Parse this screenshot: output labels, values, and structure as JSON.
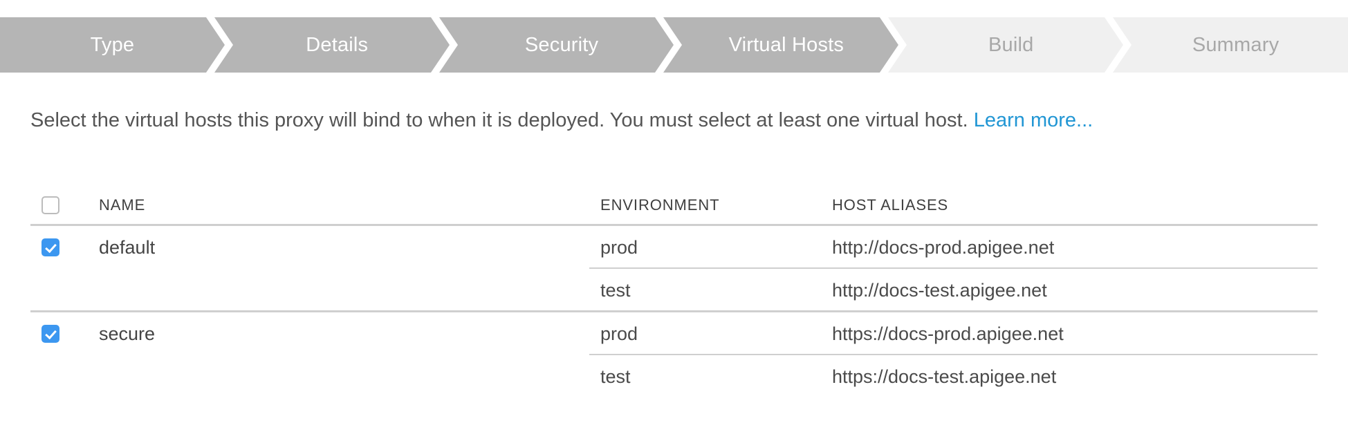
{
  "stepper": {
    "steps": [
      {
        "label": "Type",
        "state": "done"
      },
      {
        "label": "Details",
        "state": "done"
      },
      {
        "label": "Security",
        "state": "done"
      },
      {
        "label": "Virtual Hosts",
        "state": "done"
      },
      {
        "label": "Build",
        "state": "todo"
      },
      {
        "label": "Summary",
        "state": "todo"
      }
    ],
    "active_color": "#b5b5b5",
    "inactive_color": "#f0f0f0",
    "active_text_color": "#ffffff",
    "inactive_text_color": "#a8a8a8"
  },
  "description": {
    "text": "Select the virtual hosts this proxy will bind to when it is deployed. You must select at least one virtual host. ",
    "link_label": "Learn more...",
    "link_color": "#2196d4"
  },
  "table": {
    "headers": {
      "name": "NAME",
      "environment": "ENVIRONMENT",
      "host_aliases": "HOST ALIASES"
    },
    "select_all_checked": false,
    "checkbox_color": "#3c97f0",
    "rows": [
      {
        "name": "default",
        "checked": true,
        "entries": [
          {
            "environment": "prod",
            "host_alias": "http://docs-prod.apigee.net"
          },
          {
            "environment": "test",
            "host_alias": "http://docs-test.apigee.net"
          }
        ]
      },
      {
        "name": "secure",
        "checked": true,
        "entries": [
          {
            "environment": "prod",
            "host_alias": "https://docs-prod.apigee.net"
          },
          {
            "environment": "test",
            "host_alias": "https://docs-test.apigee.net"
          }
        ]
      }
    ]
  }
}
